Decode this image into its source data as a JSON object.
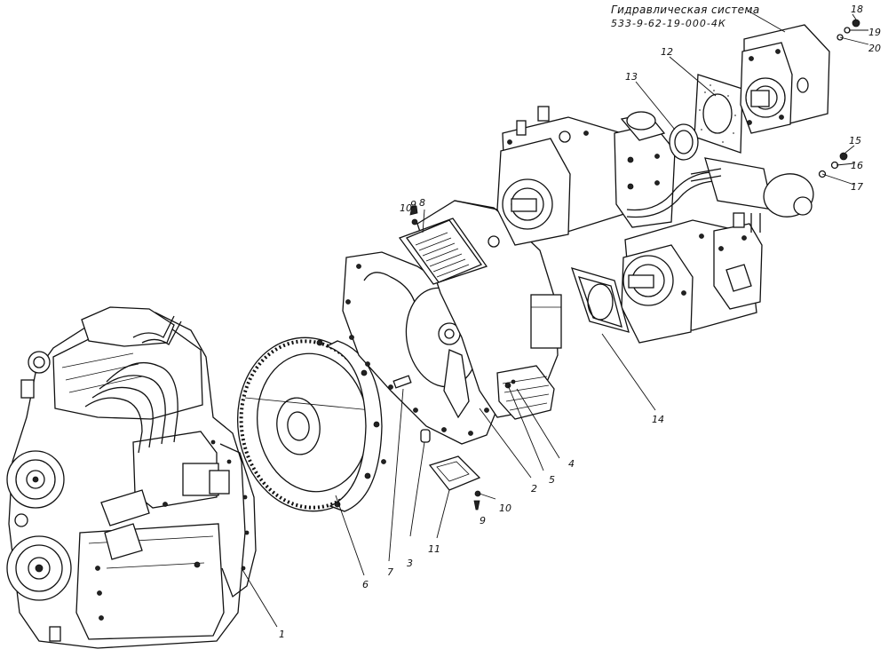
{
  "header": {
    "title": "Гидравлическая система",
    "code": "533-9-62-19-000-4К"
  },
  "callouts": {
    "c1": "1",
    "c2": "2",
    "c3": "3",
    "c4": "4",
    "c5": "5",
    "c6": "6",
    "c7": "7",
    "c8": "8",
    "c9a": "9",
    "c10a": "10",
    "c9b": "9",
    "c10b": "10",
    "c11": "11",
    "c12": "12",
    "c13": "13",
    "c14": "14",
    "c15": "15",
    "c16": "16",
    "c17": "17",
    "c18": "18",
    "c19": "19",
    "c20": "20"
  },
  "colors": {
    "ink": "#111111",
    "paper": "#ffffff"
  }
}
